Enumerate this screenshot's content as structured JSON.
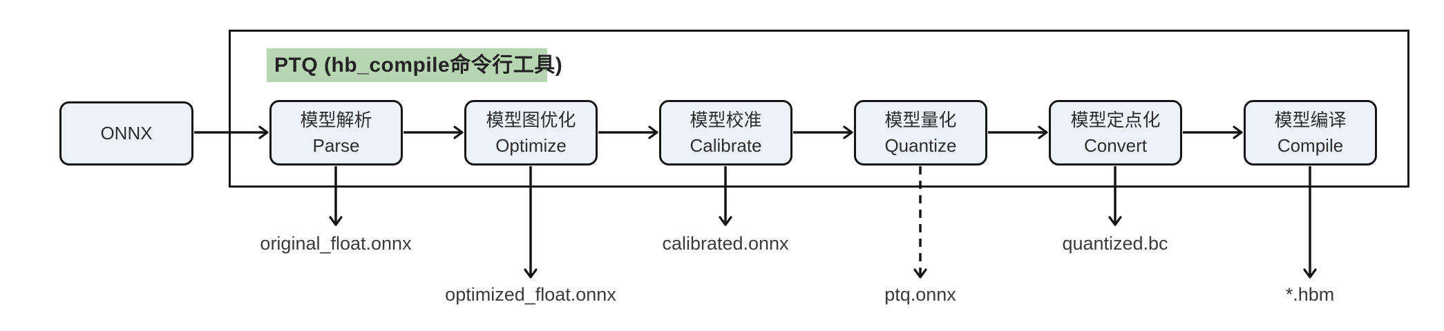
{
  "diagram": {
    "onnx_label": "ONNX",
    "group_title": "PTQ (hb_compile命令行工具)",
    "stages": [
      {
        "zh": "模型解析",
        "en": "Parse",
        "output": "original_float.onnx",
        "output_arrow": "solid"
      },
      {
        "zh": "模型图优化",
        "en": "Optimize",
        "output": "optimized_float.onnx",
        "output_arrow": "solid"
      },
      {
        "zh": "模型校准",
        "en": "Calibrate",
        "output": "calibrated.onnx",
        "output_arrow": "solid"
      },
      {
        "zh": "模型量化",
        "en": "Quantize",
        "output": "ptq.onnx",
        "output_arrow": "dashed"
      },
      {
        "zh": "模型定点化",
        "en": "Convert",
        "output": "quantized.bc",
        "output_arrow": "solid"
      },
      {
        "zh": "模型编译",
        "en": "Compile",
        "output": "*.hbm",
        "output_arrow": "solid"
      }
    ],
    "colors": {
      "highlight": "#b7d5b2",
      "node_fill": "#edf2fa",
      "stroke": "#141414",
      "text": "#2d2d2d",
      "file_text": "#3a3a3a"
    }
  }
}
